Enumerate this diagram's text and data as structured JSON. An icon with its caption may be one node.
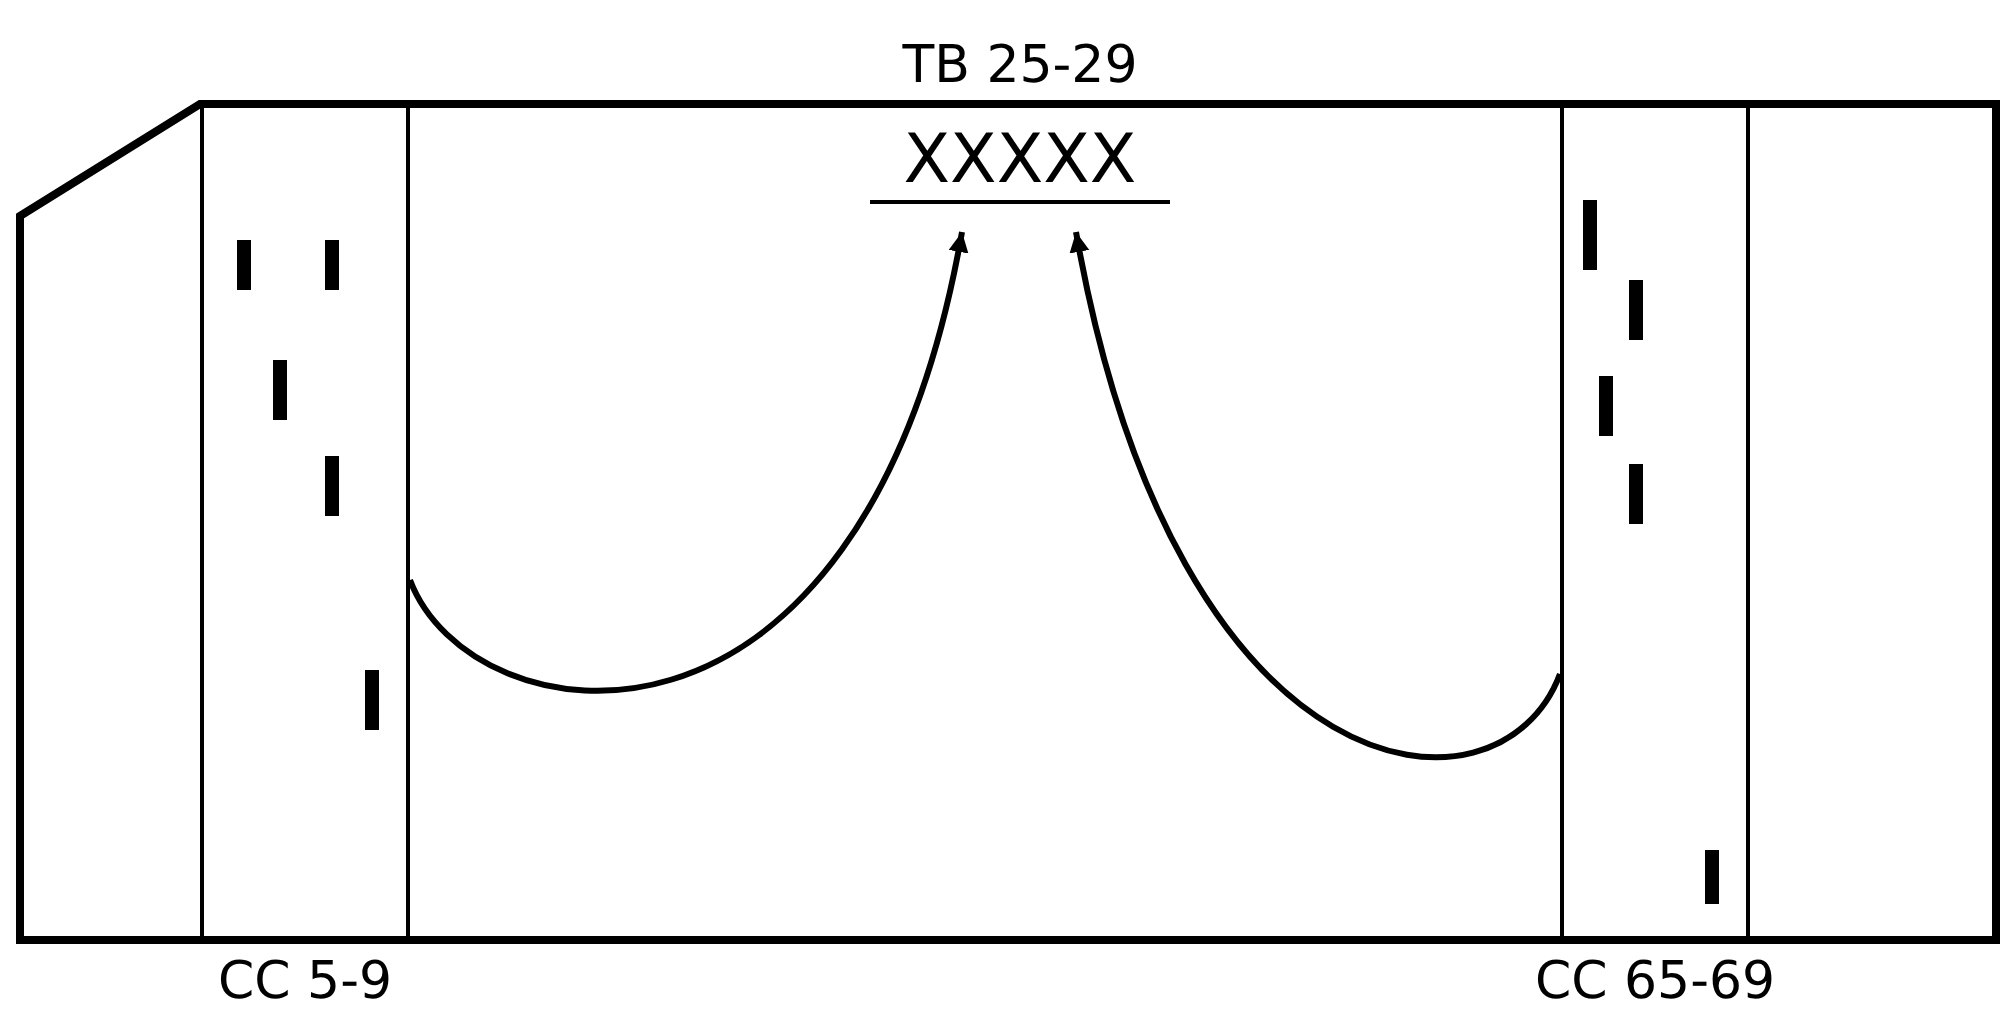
{
  "diagram": {
    "nodes": [
      {
        "text": [],
        "shape": "card"
      },
      {
        "text": [
          "CC 5-9"
        ],
        "in": 0
      },
      {
        "text": [
          "TB 25-29",
          "XXXXX"
        ],
        "in": 0
      },
      {
        "text": [
          "CC 65-69"
        ],
        "in": 0
      }
    ],
    "edges": [
      {
        "from": 1,
        "to": 2,
        "arrow": "to"
      },
      {
        "from": 3,
        "to": 2,
        "arrow": "to"
      }
    ]
  }
}
